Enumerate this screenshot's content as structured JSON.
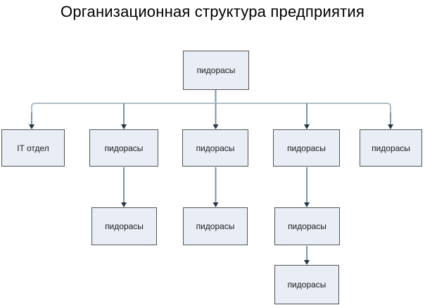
{
  "title": "Организационная структура предприятия",
  "diagram_type": "org-chart",
  "nodes": {
    "root": {
      "label": "пидорасы"
    },
    "level2": [
      {
        "label": "IT отдел"
      },
      {
        "label": "пидорасы"
      },
      {
        "label": "пидорасы"
      },
      {
        "label": "пидорасы"
      },
      {
        "label": "пидорасы"
      }
    ],
    "level3": [
      {
        "label": "пидорасы",
        "parent": "level2.1"
      },
      {
        "label": "пидорасы",
        "parent": "level2.2"
      },
      {
        "label": "пидорасы",
        "parent": "level2.3"
      }
    ],
    "level4": [
      {
        "label": "пидорасы",
        "parent": "level3.2"
      }
    ]
  },
  "colors": {
    "bg": "#ffffff",
    "box_fill": "#e9edf5",
    "box_border": "#545454",
    "line": "#7e95a5",
    "bus_line": "#aebfc9",
    "arrow": "#22384a",
    "text": "#1a1a1a",
    "title_color": "#000000"
  }
}
